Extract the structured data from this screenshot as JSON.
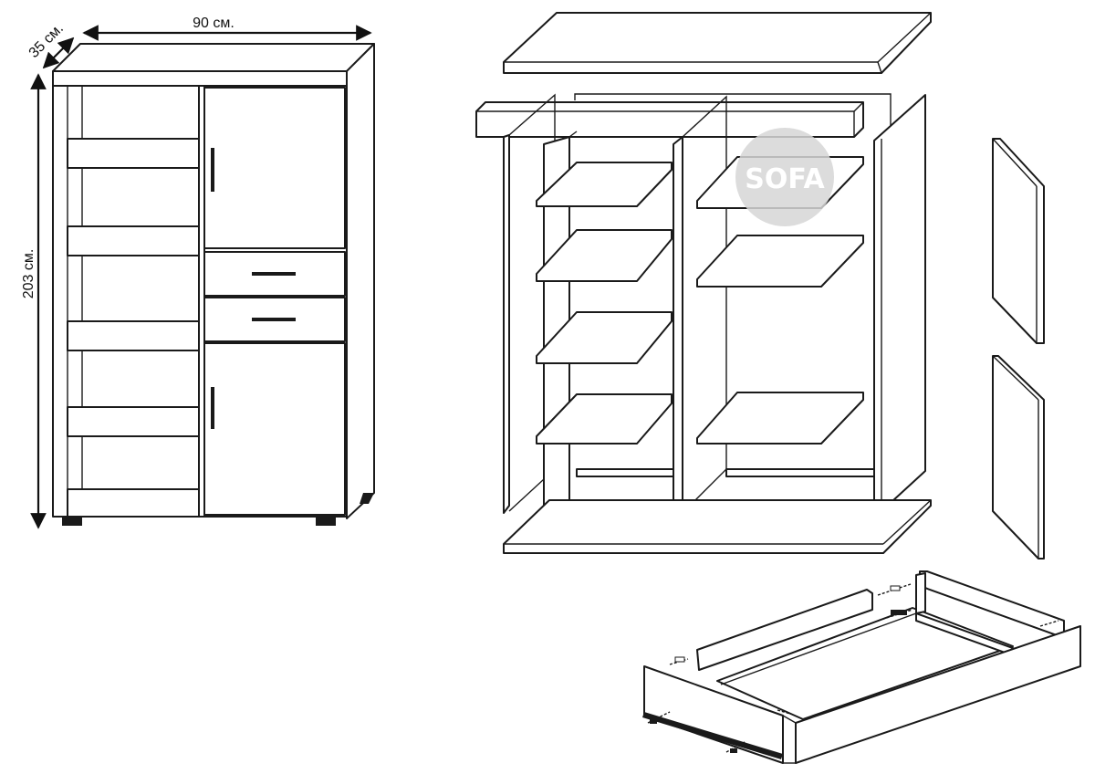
{
  "dimensions": {
    "width": "90 см.",
    "depth": "35 см.",
    "height": "203 см."
  },
  "watermark": {
    "text": "SOFA"
  }
}
